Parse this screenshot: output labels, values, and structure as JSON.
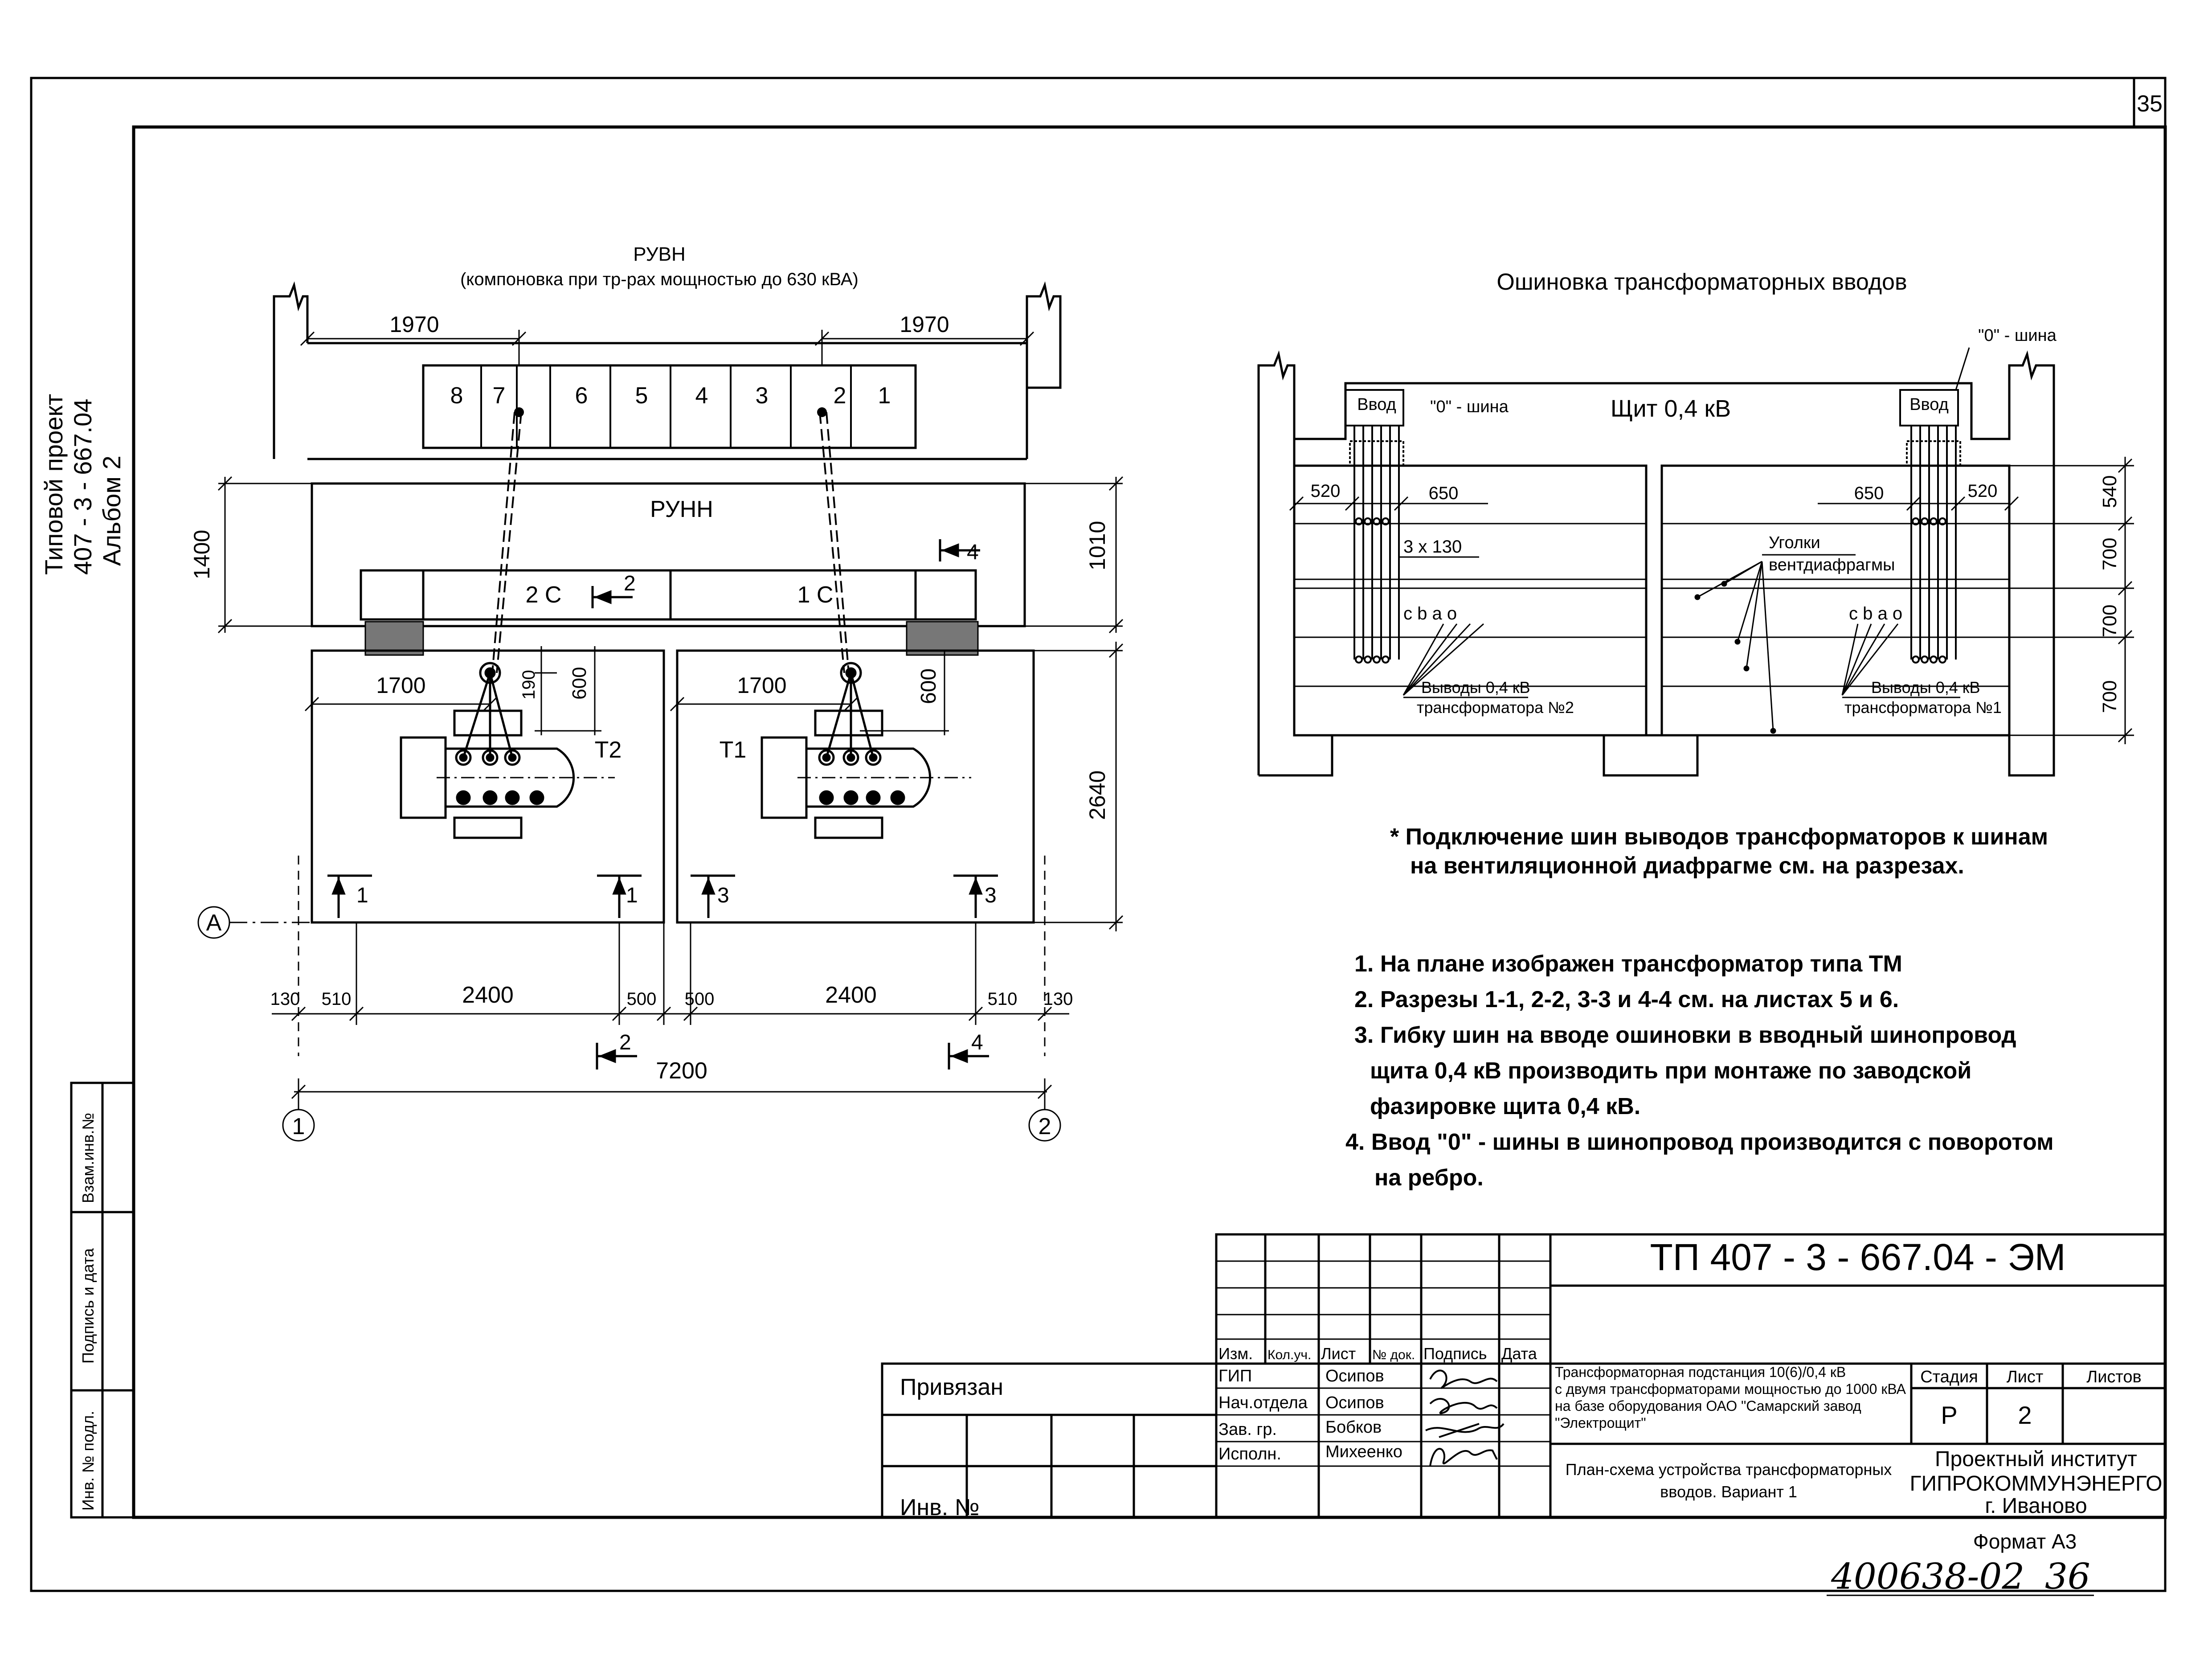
{
  "page_number": "35",
  "margin_stamp": {
    "line1": "Типовой проект",
    "line2": "407 - 3 - 667.04",
    "line3": "Альбом 2"
  },
  "side_table": {
    "vzam_inv": "Взам.инв.№",
    "podpis_data": "Подпись и дата",
    "inv_podl": "Инв. № подл."
  },
  "plan": {
    "ruvn_title": "РУВН",
    "ruvn_subtitle": "(компоновка при тр-рах мощностью до 630 кВА)",
    "runn_title": "РУНН",
    "cells": [
      "8",
      "7",
      "6",
      "5",
      "4",
      "3",
      "2",
      "1"
    ],
    "section_2c": "2 С",
    "section_1c": "1 С",
    "transformer_t1": "Т1",
    "transformer_t2": "Т2",
    "axis_a": "А",
    "axis_1": "1",
    "axis_2": "2",
    "dims": {
      "d1970": "1970",
      "d1400": "1400",
      "d1010": "1010",
      "d1700": "1700",
      "d190": "190",
      "d600": "600",
      "d2640": "2640",
      "d130": "130",
      "d510": "510",
      "d2400": "2400",
      "d500": "500",
      "d7200": "7200"
    },
    "section_marks": {
      "s1": "1",
      "s2": "2",
      "s3": "3",
      "s4": "4"
    }
  },
  "busbar": {
    "title": "Ошиновка трансформаторных вводов",
    "shield": "Щит 0,4 кВ",
    "vvod": "Ввод",
    "zero_bus": "\"0\" - шина",
    "d520": "520",
    "d650": "650",
    "d3x130": "3 x 130",
    "d540": "540",
    "d700": "700",
    "ugolki_1": "Уголки",
    "ugolki_2": "вентдиафрагмы",
    "phases_left": "c b a o",
    "phases_right": "c b a o",
    "out2_1": "Выводы 0,4 кВ",
    "out2_2": "трансформатора №2",
    "out1_1": "Выводы 0,4 кВ",
    "out1_2": "трансформатора №1"
  },
  "footnote": {
    "line1": "* Подключение шин выводов трансформаторов к шинам",
    "line2": "на вентиляционной диафрагме см. на разрезах."
  },
  "notes": [
    "1. На плане изображен трансформатор типа ТМ",
    "2. Разрезы 1-1, 2-2, 3-3 и 4-4 см. на листах 5 и 6.",
    "3. Гибку шин на вводе ошиновки в вводный шинопровод",
    "щита 0,4 кВ производить при монтаже по заводской",
    "фазировке щита 0,4 кВ.",
    "4. Ввод \"0\" - шины в шинопровод производится с поворотом",
    "на ребро."
  ],
  "title_block": {
    "code": "ТП  407 - 3 - 667.04 - ЭМ",
    "privyazan": "Привязан",
    "inv_no": "Инв. №",
    "headers": [
      "Изм.",
      "Кол.уч.",
      "Лист",
      "№ док.",
      "Подпись",
      "Дата"
    ],
    "roles": [
      "ГИП",
      "Нач.отдела",
      "Зав. гр.",
      "Исполн."
    ],
    "names": [
      "Осипов",
      "Осипов",
      "Бобков",
      "Михеенко"
    ],
    "desc1": "Трансформаторная подстанция 10(6)/0,4 кВ",
    "desc2": "с двумя трансформаторами мощностью до 1000 кВА",
    "desc3": "на базе оборудования ОАО \"Самарский завод",
    "desc4": "\"Электрощит\"",
    "sheet1": "План-схема устройства трансформаторных",
    "sheet2": "вводов. Вариант 1",
    "stadia_h": "Стадия",
    "list_h": "Лист",
    "listov_h": "Листов",
    "stadia": "Р",
    "list": "2",
    "listov": "",
    "org1": "Проектный институт",
    "org2": "ГИПРОКОММУНЭНЕРГО",
    "org3": "г. Иваново"
  },
  "format": "Формат А3",
  "handwritten": {
    "number": "400638-02",
    "page": "36"
  }
}
